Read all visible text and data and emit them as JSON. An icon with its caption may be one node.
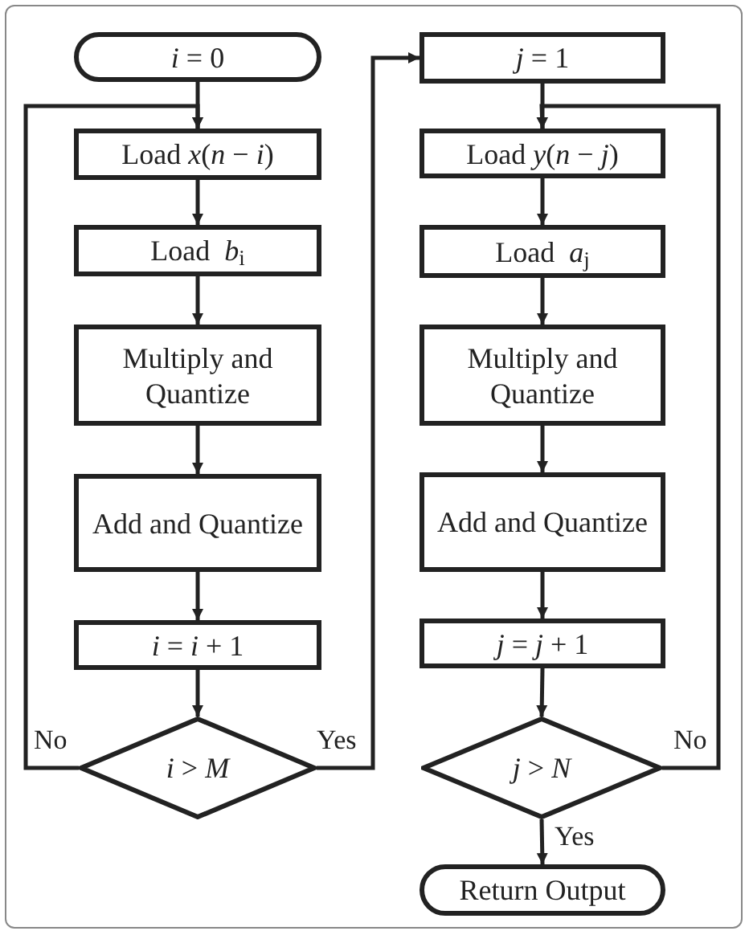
{
  "diagram": {
    "nodes": [
      {
        "text": [
          "*i* = 0"
        ]
      },
      {
        "text": [
          "Load *x*(*n* − *i*)"
        ]
      },
      {
        "text": [
          "Load  *b*$_{i}$"
        ]
      },
      {
        "text": [
          "Multiply and Quantize"
        ]
      },
      {
        "text": [
          "Add and Quantize"
        ]
      },
      {
        "text": [
          "*i* = *i* + 1"
        ]
      },
      {
        "text": [
          "*i* > *M*"
        ]
      },
      {
        "text": [
          "*j* = 1"
        ]
      },
      {
        "text": [
          "Load *y*(*n* − *j*)"
        ]
      },
      {
        "text": [
          "Load  *a*$_{j}$"
        ]
      },
      {
        "text": [
          "Multiply and Quantize"
        ]
      },
      {
        "text": [
          "Add and Quantize"
        ]
      },
      {
        "text": [
          "*j* = *j* + 1"
        ]
      },
      {
        "text": [
          "*j* > *N*"
        ]
      },
      {
        "text": [
          "Return Output"
        ]
      }
    ],
    "edges": [
      {
        "from": 0,
        "to": 1,
        "arrow": "to"
      },
      {
        "from": 1,
        "to": 2,
        "arrow": "to"
      },
      {
        "from": 2,
        "to": 3,
        "arrow": "to"
      },
      {
        "from": 3,
        "to": 4,
        "arrow": "to"
      },
      {
        "from": 4,
        "to": 5,
        "arrow": "to"
      },
      {
        "from": 5,
        "to": 6,
        "arrow": "to"
      },
      {
        "from": 6,
        "to": 1,
        "arrow": "to",
        "label": "No"
      },
      {
        "from": 6,
        "to": 7,
        "arrow": "to",
        "label": "Yes"
      },
      {
        "from": 7,
        "to": 8,
        "arrow": "to"
      },
      {
        "from": 8,
        "to": 9,
        "arrow": "to"
      },
      {
        "from": 9,
        "to": 10,
        "arrow": "to"
      },
      {
        "from": 10,
        "to": 11,
        "arrow": "to"
      },
      {
        "from": 11,
        "to": 12,
        "arrow": "to"
      },
      {
        "from": 12,
        "to": 13,
        "arrow": "to"
      },
      {
        "from": 13,
        "to": 8,
        "arrow": "to",
        "label": "No"
      },
      {
        "from": 13,
        "to": 14,
        "arrow": "to",
        "label": "Yes"
      }
    ]
  }
}
